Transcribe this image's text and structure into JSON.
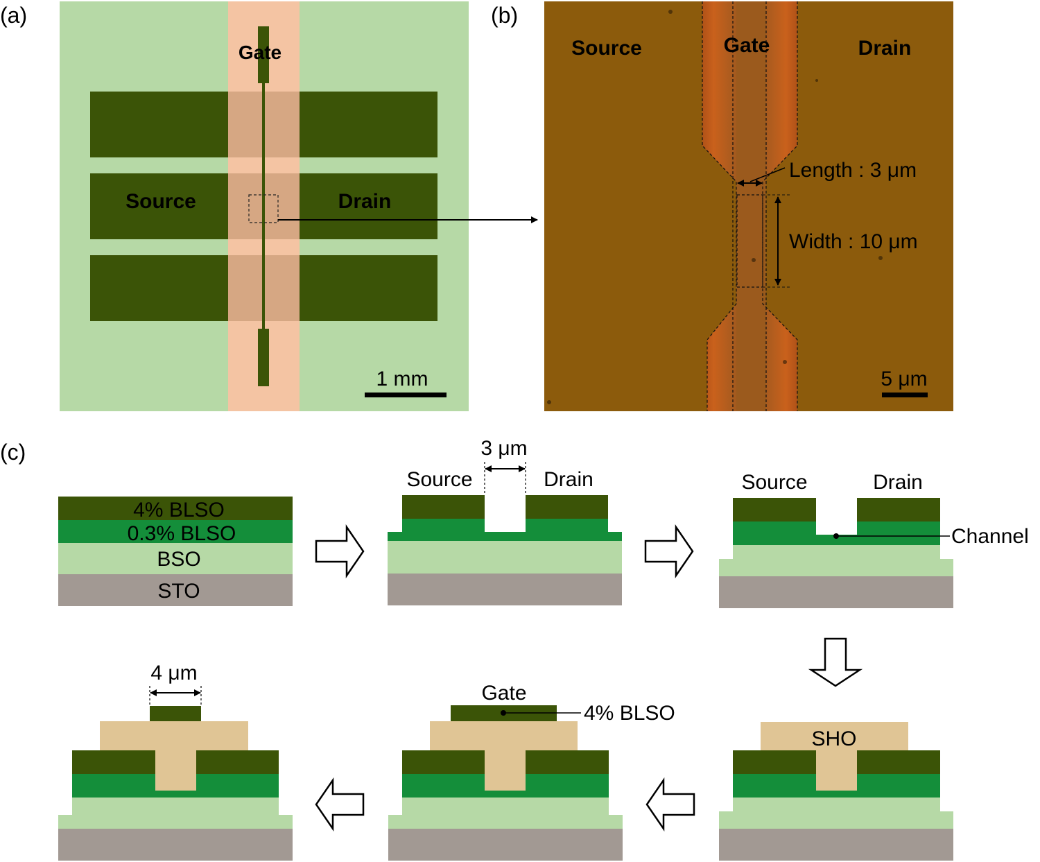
{
  "panel_labels": {
    "a": "(a)",
    "b": "(b)",
    "c": "(c)"
  },
  "panel_a": {
    "gate": "Gate",
    "source": "Source",
    "drain": "Drain",
    "scale_bar": "1 mm"
  },
  "panel_b": {
    "source": "Source",
    "gate": "Gate",
    "drain": "Drain",
    "length": "Length : 3 μm",
    "width": "Width : 10 μm",
    "scale_bar": "5 μm"
  },
  "panel_c": {
    "step1": {
      "layer_top": "4% BLSO",
      "layer_2": "0.3% BLSO",
      "layer_3": "BSO",
      "substrate": "STO"
    },
    "step2": {
      "gap": "3 μm",
      "source": "Source",
      "drain": "Drain"
    },
    "step3": {
      "source": "Source",
      "drain": "Drain",
      "channel": "Channel"
    },
    "step4": {
      "sho": "SHO"
    },
    "step5": {
      "gate": "Gate",
      "blso": "4% BLSO"
    },
    "step6": {
      "gate_width": "4 μm"
    }
  },
  "colors": {
    "dark_green": "#3b5407",
    "mid_green": "#148e3a",
    "light_green": "#b6d9a6",
    "substrate_gray": "#a29993",
    "sho_tan": "#e0c595",
    "gate_peach": "#f4c4a3",
    "micro_bg": "#8c5b0c",
    "micro_gate": "#c9571a"
  }
}
